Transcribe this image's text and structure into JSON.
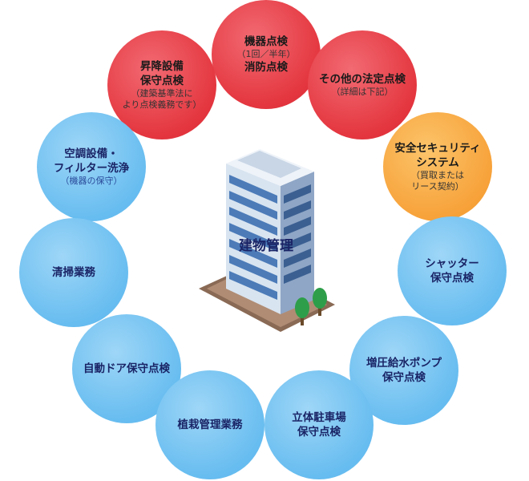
{
  "center_label": "建物管理",
  "nodes": [
    {
      "id": "kiki",
      "color": "red",
      "title": [
        "機器点検"
      ],
      "sub": [
        "（1回／半年）"
      ],
      "title2": [
        "消防点検"
      ]
    },
    {
      "id": "shoko",
      "color": "red",
      "title": [
        "昇降設備",
        "保守点検"
      ],
      "sub": [
        "（建築基準法に",
        "より点検義務です）"
      ]
    },
    {
      "id": "hotei",
      "color": "red",
      "title": [
        "その他の法定点検"
      ],
      "sub": [
        "（詳細は下記）"
      ]
    },
    {
      "id": "security",
      "color": "orange",
      "title": [
        "安全セキュリティ",
        "システム"
      ],
      "sub": [
        "（買取または",
        "リース契約）"
      ]
    },
    {
      "id": "kucho",
      "color": "blue",
      "title": [
        "空調設備・",
        "フィルター洗浄"
      ],
      "sub": [
        "（機器の保守）"
      ]
    },
    {
      "id": "seiso",
      "color": "blue",
      "title": [
        "清掃業務"
      ],
      "sub": []
    },
    {
      "id": "shutter",
      "color": "blue",
      "title": [
        "シャッター",
        "保守点検"
      ],
      "sub": []
    },
    {
      "id": "jidou",
      "color": "blue",
      "title": [
        "自動ドア保守点検"
      ],
      "sub": []
    },
    {
      "id": "zouatsu",
      "color": "blue",
      "title": [
        "増圧給水ポンプ",
        "保守点検"
      ],
      "sub": []
    },
    {
      "id": "shokusai",
      "color": "blue",
      "title": [
        "植栽管理業務"
      ],
      "sub": []
    },
    {
      "id": "rittai",
      "color": "blue",
      "title": [
        "立体駐車場",
        "保守点検"
      ],
      "sub": []
    }
  ],
  "colors": {
    "red": "#e4363f",
    "orange": "#f7a23a",
    "blue": "#68bdf0",
    "text_dark": "#1a2466"
  }
}
